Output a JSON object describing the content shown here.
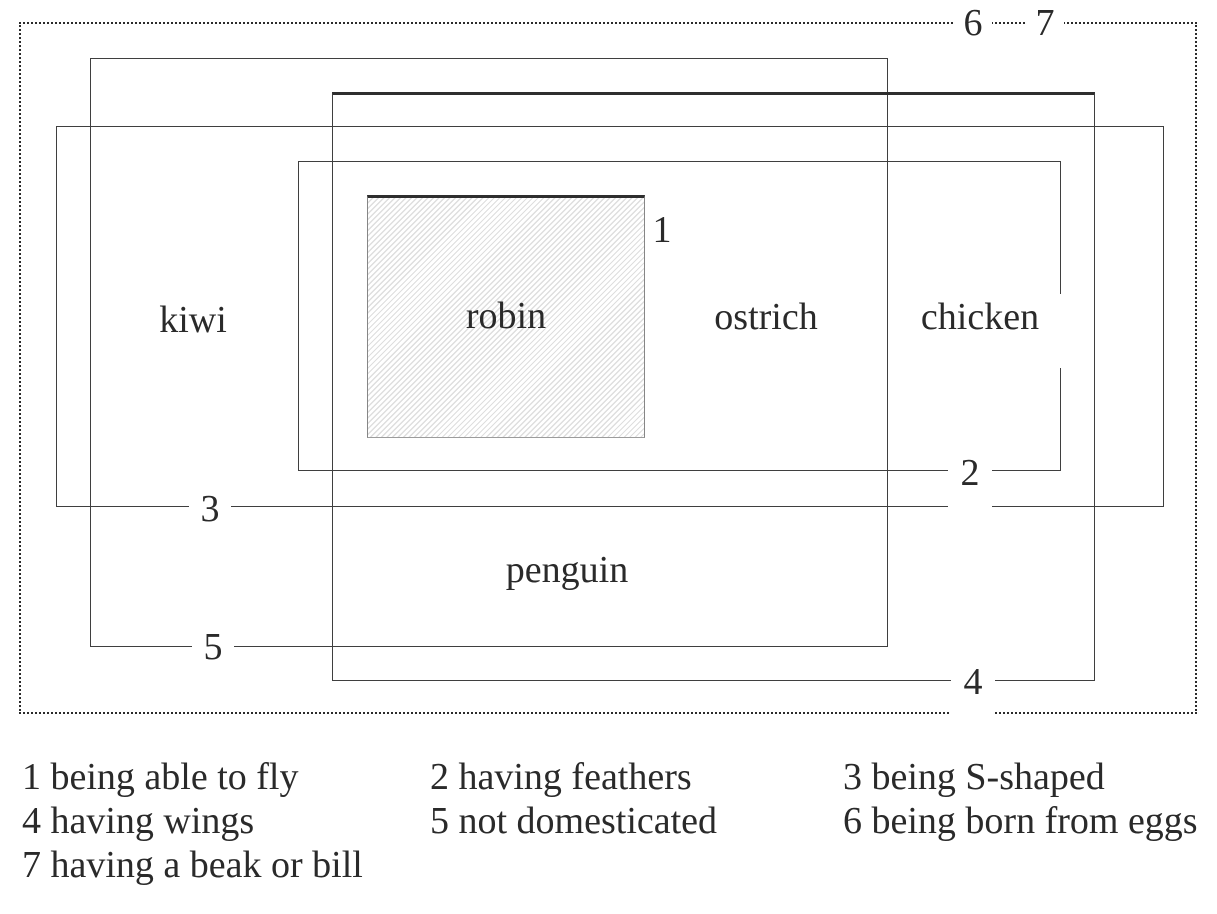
{
  "diagram": {
    "animals": {
      "kiwi": "kiwi",
      "robin": "robin",
      "ostrich": "ostrich",
      "chicken": "chicken",
      "penguin": "penguin"
    },
    "set_numbers": {
      "n1": "1",
      "n2": "2",
      "n3": "3",
      "n4": "4",
      "n5": "5",
      "n6": "6",
      "n7": "7"
    }
  },
  "legend": {
    "columns": [
      {
        "lines": [
          "1 being able to fly",
          "4 having wings",
          "7 having a beak or bill"
        ]
      },
      {
        "lines": [
          "2 having feathers",
          "5 not domesticated"
        ]
      },
      {
        "lines": [
          "3 being S-shaped",
          "6 being born from eggs"
        ]
      }
    ]
  },
  "colors": {
    "line": "#3f3f3f",
    "text": "#2a2a2a",
    "hatch": "#dedede",
    "background": "#ffffff"
  }
}
